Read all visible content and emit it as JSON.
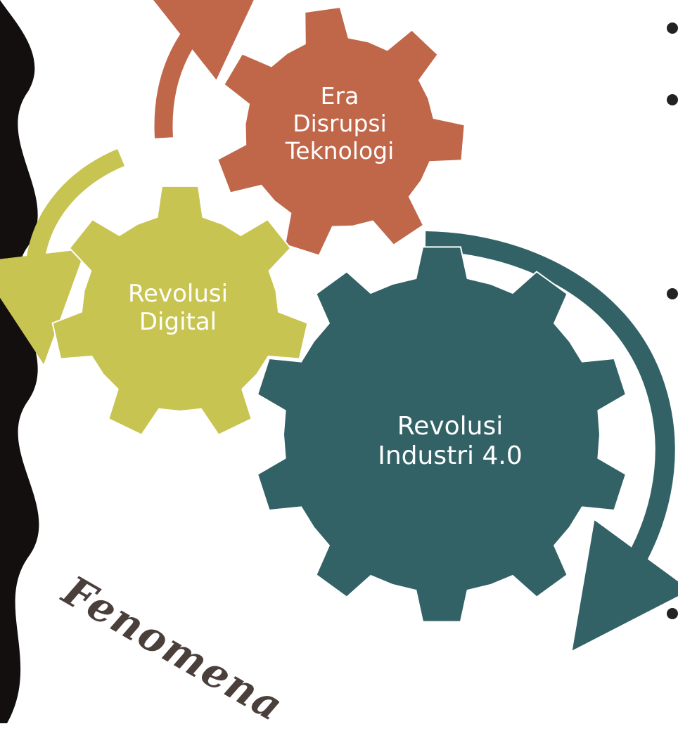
{
  "colors": {
    "orange": "#c0674a",
    "olive": "#c8c451",
    "teal": "#326266",
    "dark": "#130f0e",
    "text_dark": "#4a3f3b"
  },
  "gears": {
    "era": {
      "line1": "Era",
      "line2": "Disrupsi",
      "line3": "Teknologi"
    },
    "digital": {
      "line1": "Revolusi",
      "line2": "Digital"
    },
    "industri": {
      "line1": "Revolusi",
      "line2": "Industri 4.0"
    }
  },
  "caption": "Fenomena",
  "right_bullets": [
    "•",
    "•",
    "•",
    "•"
  ],
  "icons": [
    "cycle-arrow-icon",
    "gear-icon",
    "bullet-icon"
  ]
}
